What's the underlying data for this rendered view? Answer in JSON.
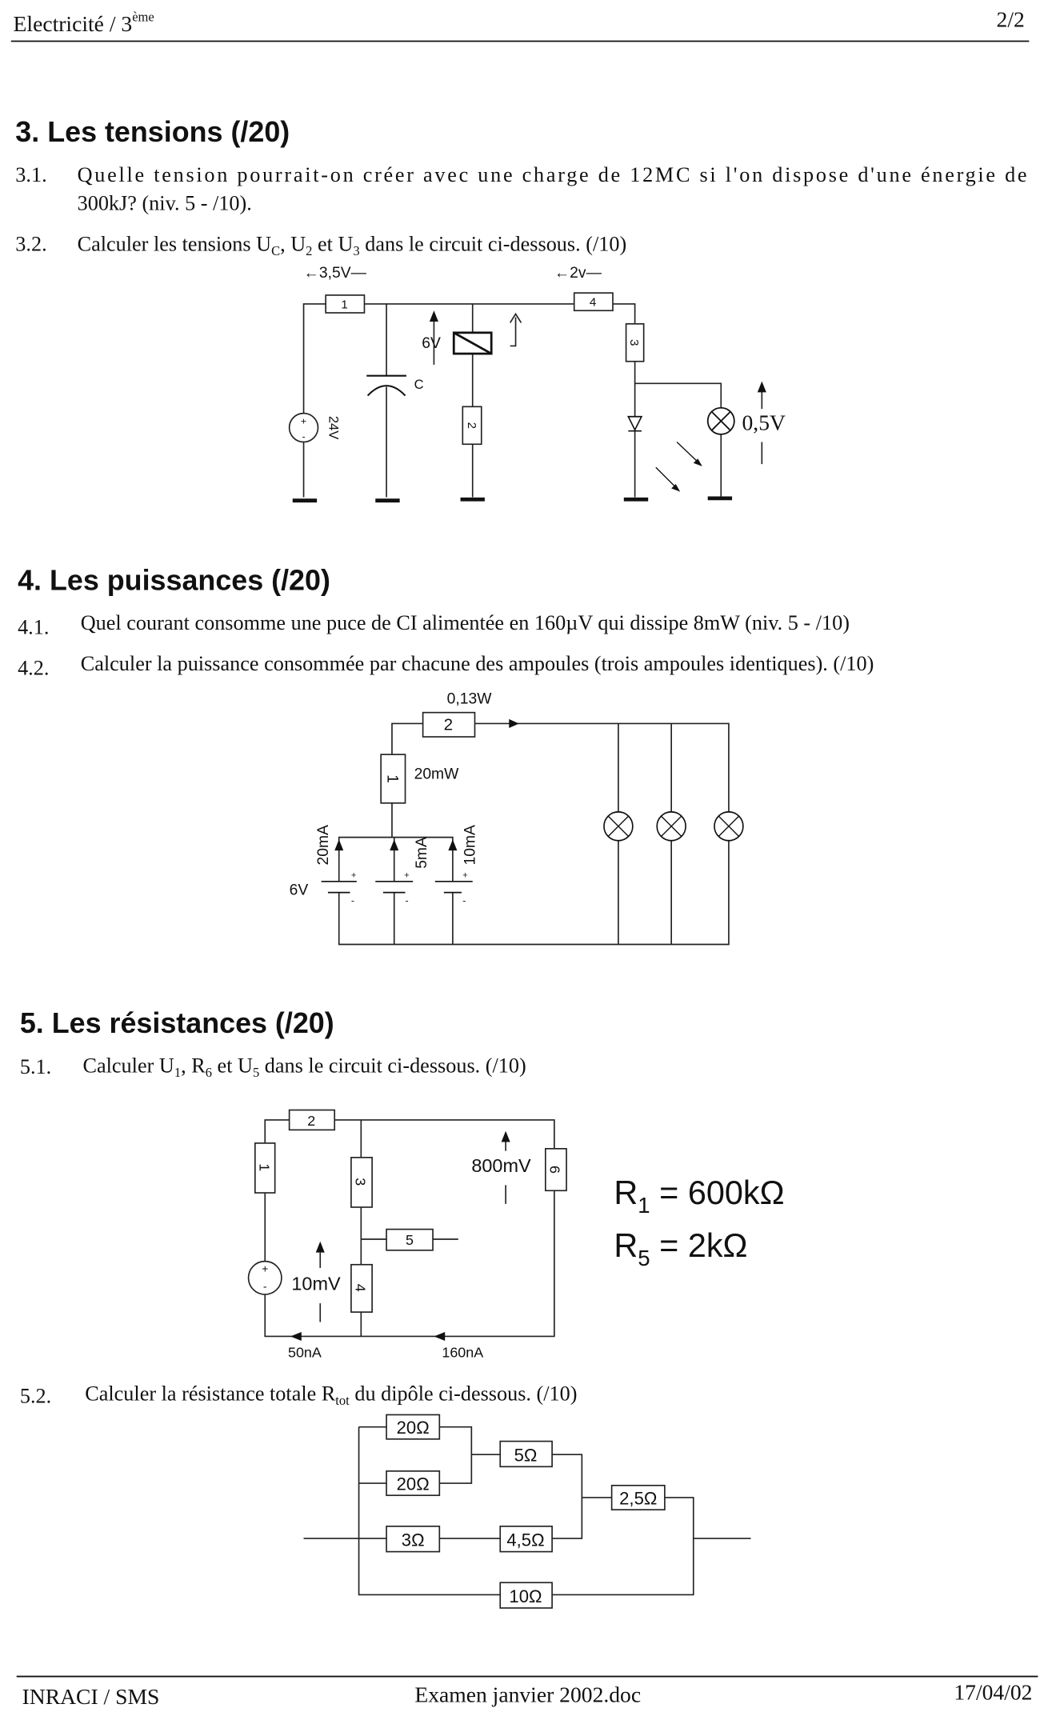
{
  "header": {
    "title": "Electricité / 3",
    "title_sup": "ème",
    "page": "2/2"
  },
  "section3": {
    "heading": "3.  Les tensions (/20)",
    "q1": {
      "num": "3.1.",
      "line1": "Quelle tension pourrait-on créer avec une charge de 12MC si l'on dispose d'une énergie de",
      "line2": "300kJ? (niv. 5 - /10)."
    },
    "q2": {
      "num": "3.2.",
      "t1": "Calculer les tensions U",
      "s1": "C",
      "t2": ", U",
      "s2": "2",
      "t3": " et U",
      "s3": "3",
      "t4": " dans le circuit ci-dessous. (/10)"
    },
    "circuit": {
      "v1": "←3,5V—",
      "v2": "←2v—",
      "r1": "1",
      "r2": "2",
      "r3": "3",
      "r4": "4",
      "relay_v": "6V",
      "cap": "C",
      "source": "24V",
      "lamp_v": "0,5V",
      "plus": "+",
      "minus": "-"
    }
  },
  "section4": {
    "heading": "4.  Les puissances (/20)",
    "q1": {
      "num": "4.1.",
      "text": "Quel courant consomme une puce de CI alimentée en 160µV qui dissipe 8mW (niv. 5 - /10)"
    },
    "q2": {
      "num": "4.2.",
      "text": "Calculer la puissance consommée par chacune des ampoules (trois ampoules identiques). (/10)"
    },
    "circuit": {
      "p2": "0,13W",
      "r2": "2",
      "r1": "1",
      "p1": "20mW",
      "i1": "20mA",
      "i2": "5mA",
      "i3": "10mA",
      "v": "6V",
      "plus": "+",
      "minus": "-"
    }
  },
  "section5": {
    "heading": "5.  Les résistances (/20)",
    "q1": {
      "num": "5.1.",
      "t1": "Calculer U",
      "s1": "1",
      "t2": ", R",
      "s2": "6",
      "t3": " et U",
      "s3": "5",
      "t4": " dans le circuit ci-dessous. (/10)"
    },
    "circuit1": {
      "r1": "1",
      "r2": "2",
      "r3": "3",
      "r4": "4",
      "r5": "5",
      "r6": "6",
      "v6": "800mV",
      "vs": "10mV",
      "i1": "50nA",
      "i2": "160nA",
      "plus": "+",
      "minus": "-",
      "given1": {
        "t": "R",
        "s": "1",
        "v": " = 600kΩ"
      },
      "given2": {
        "t": "R",
        "s": "5",
        "v": " = 2kΩ"
      }
    },
    "q2": {
      "num": "5.2.",
      "t1": "Calculer la résistance totale R",
      "s1": "tot",
      "t2": " du dipôle ci-dessous. (/10)"
    },
    "circuit2": {
      "ra": "20Ω",
      "rb": "20Ω",
      "rc": "5Ω",
      "rd": "2,5Ω",
      "re": "3Ω",
      "rf": "4,5Ω",
      "rg": "10Ω"
    }
  },
  "footer": {
    "left": "INRACI / SMS",
    "center": "Examen janvier 2002.doc",
    "right": "17/04/02"
  }
}
